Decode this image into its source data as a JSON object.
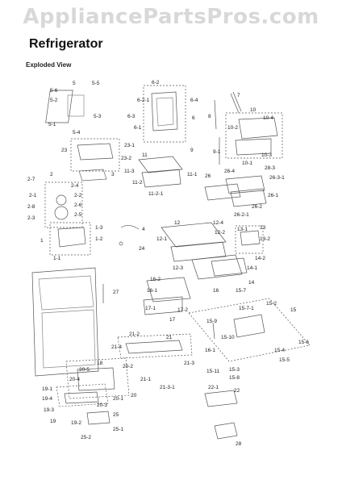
{
  "watermark": "AppliancePartsPros.com",
  "title": "Refrigerator",
  "subtitle": "Exploded View",
  "part_labels": [
    "5",
    "5-5",
    "5-6",
    "5-2",
    "5-3",
    "5-1",
    "5-4",
    "6-2",
    "6-2-1",
    "6-3",
    "6-1",
    "6-4",
    "6",
    "7",
    "8",
    "10",
    "10-4",
    "10-2",
    "9",
    "9-1",
    "10-1",
    "10-3",
    "23",
    "23-1",
    "23-2",
    "3",
    "11",
    "11-3",
    "11-1",
    "11-2",
    "11-2-1",
    "26",
    "26-4",
    "28-3",
    "26-3-1",
    "26-1",
    "26-2",
    "26-2-1",
    "2-7",
    "2",
    "2-1",
    "2-4",
    "2-2",
    "2-8",
    "2-6",
    "2-3",
    "2-5",
    "1-3",
    "1",
    "1-2",
    "1-1",
    "4",
    "24",
    "12",
    "12-4",
    "12-1",
    "12-2",
    "13-1",
    "13",
    "13-2",
    "12-3",
    "14-2",
    "14-1",
    "14",
    "16-2",
    "16-1",
    "16",
    "15-7",
    "17-1",
    "17-2",
    "17",
    "27",
    "15-7-1",
    "15-2",
    "15",
    "15-9",
    "15-10",
    "15-6",
    "16-1",
    "15-4",
    "15-11",
    "15-3",
    "15-5",
    "15-8",
    "21-2",
    "21",
    "21-4",
    "21-3",
    "18",
    "20-2",
    "20-5",
    "21-1",
    "20-4",
    "21-3-1",
    "20-3",
    "20-1",
    "20",
    "19-1",
    "19-4",
    "19-3",
    "19",
    "19-2",
    "25",
    "25-2",
    "25-1",
    "22-1",
    "22",
    "28"
  ]
}
